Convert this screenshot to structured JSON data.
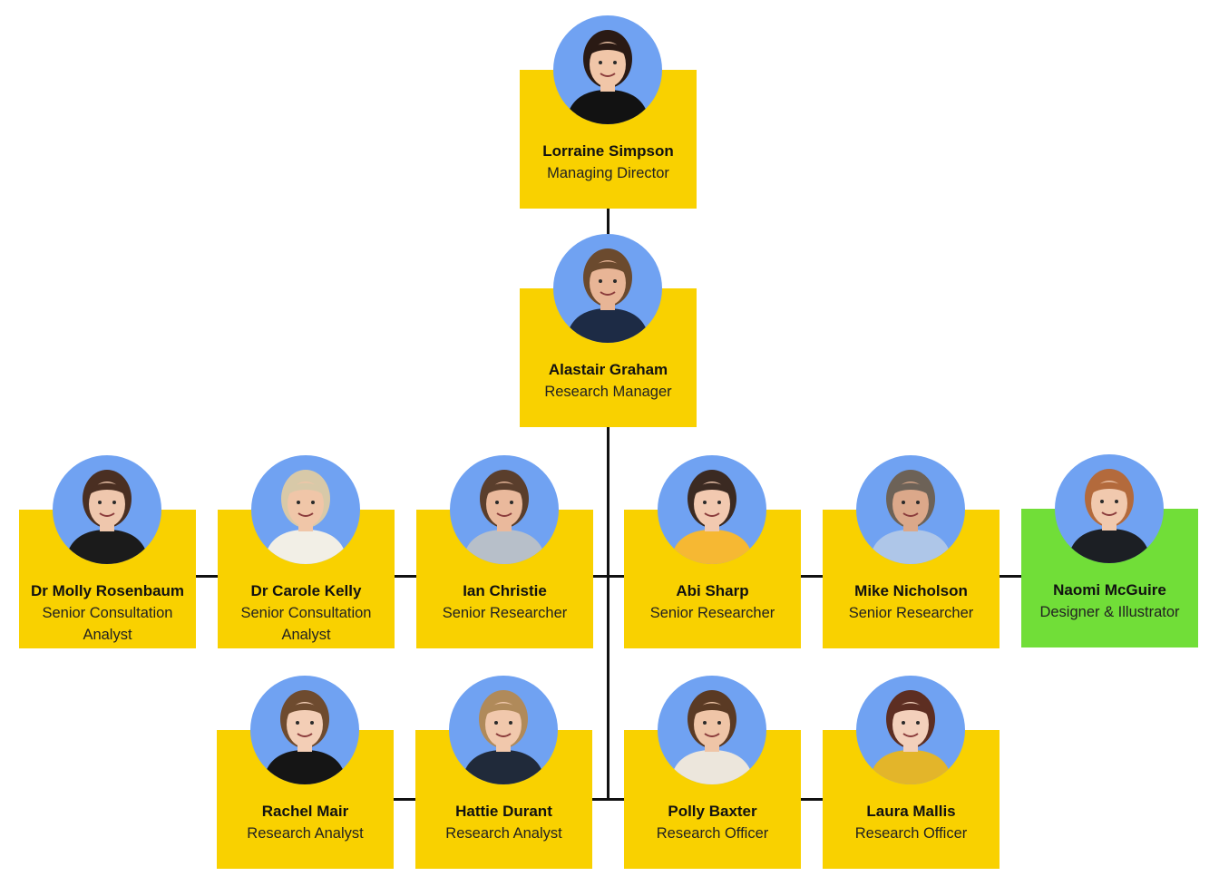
{
  "people": [
    {
      "id": "lorraine",
      "name": "Lorraine Simpson",
      "title": "Managing Director",
      "bg": "#f9d100",
      "skin": "#f1c6a8",
      "hair": "#2a1a14",
      "shirt": "#121212"
    },
    {
      "id": "alastair",
      "name": "Alastair Graham",
      "title": "Research Manager",
      "bg": "#f9d100",
      "skin": "#e8b596",
      "hair": "#6b4a2e",
      "shirt": "#1d2b45"
    },
    {
      "id": "molly",
      "name": "Dr Molly Rosenbaum",
      "title": "Senior Consultation Analyst",
      "bg": "#f9d100",
      "skin": "#efc7ad",
      "hair": "#4a2f22",
      "shirt": "#1b1b1b"
    },
    {
      "id": "carole",
      "name": "Dr Carole Kelly",
      "title": "Senior Consultation Analyst",
      "bg": "#f9d100",
      "skin": "#f0c6a8",
      "hair": "#d8c9a8",
      "shirt": "#f2efe6"
    },
    {
      "id": "ian",
      "name": "Ian Christie",
      "title": "Senior Researcher",
      "bg": "#f9d100",
      "skin": "#eab99c",
      "hair": "#5a3e2c",
      "shirt": "#b7bfc9"
    },
    {
      "id": "abi",
      "name": "Abi Sharp",
      "title": "Senior Researcher",
      "bg": "#f9d100",
      "skin": "#f2c9b0",
      "hair": "#3b2a22",
      "shirt": "#f6b833"
    },
    {
      "id": "mike",
      "name": "Mike Nicholson",
      "title": "Senior Researcher",
      "bg": "#f9d100",
      "skin": "#dba88a",
      "hair": "#6d6257",
      "shirt": "#aec6e8"
    },
    {
      "id": "naomi",
      "name": "Naomi McGuire",
      "title": "Designer & Illustrator",
      "bg": "#71de38",
      "skin": "#f1c9ae",
      "hair": "#b36a3c",
      "shirt": "#1c1f24"
    },
    {
      "id": "rachel",
      "name": "Rachel Mair",
      "title": "Research Analyst",
      "bg": "#f9d100",
      "skin": "#f3ceb6",
      "hair": "#6e4b2f",
      "shirt": "#151515"
    },
    {
      "id": "hattie",
      "name": "Hattie Durant",
      "title": "Research Analyst",
      "bg": "#f9d100",
      "skin": "#f1c8ac",
      "hair": "#b08a5a",
      "shirt": "#202a3a"
    },
    {
      "id": "polly",
      "name": "Polly Baxter",
      "title": "Research Officer",
      "bg": "#f9d100",
      "skin": "#efc5a7",
      "hair": "#5a3a24",
      "shirt": "#ece6dc"
    },
    {
      "id": "laura",
      "name": "Laura Mallis",
      "title": "Research Officer",
      "bg": "#f9d100",
      "skin": "#f3d0bb",
      "hair": "#5d2e22",
      "shirt": "#e3b52a"
    }
  ],
  "colors": {
    "card": "#f9d100",
    "highlight": "#71de38",
    "photo_bg": "#70a2f2",
    "line": "#111111"
  }
}
